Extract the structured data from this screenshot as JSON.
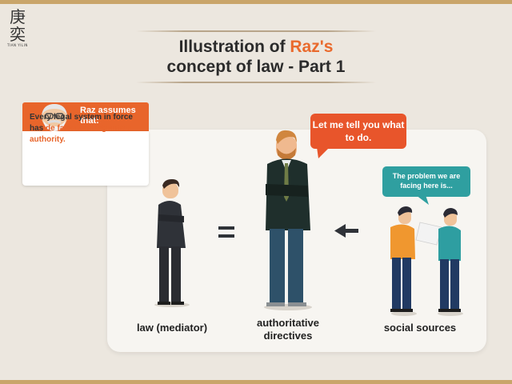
{
  "logo": {
    "glyph_top": "庚",
    "glyph_bottom": "奕",
    "sub": "TIAN YILIN"
  },
  "title": {
    "line1_pre": "Illustration of ",
    "line1_accent": "Raz's",
    "line2": "concept of law - Part 1"
  },
  "raz": {
    "heading": "Raz assumes that:",
    "body_pre": "Every legal system in force has ",
    "body_accent": "de facto and legitimate authority."
  },
  "bubbles": {
    "center": "Let me tell you what to do.",
    "right": "The problem we are facing here is..."
  },
  "equals": "=",
  "labels": {
    "left": "law (mediator)",
    "center": "authoritative directives",
    "right": "social sources"
  },
  "colors": {
    "accent": "#e8652b",
    "teal": "#2f9fa0",
    "frame": "#c9a56a"
  }
}
